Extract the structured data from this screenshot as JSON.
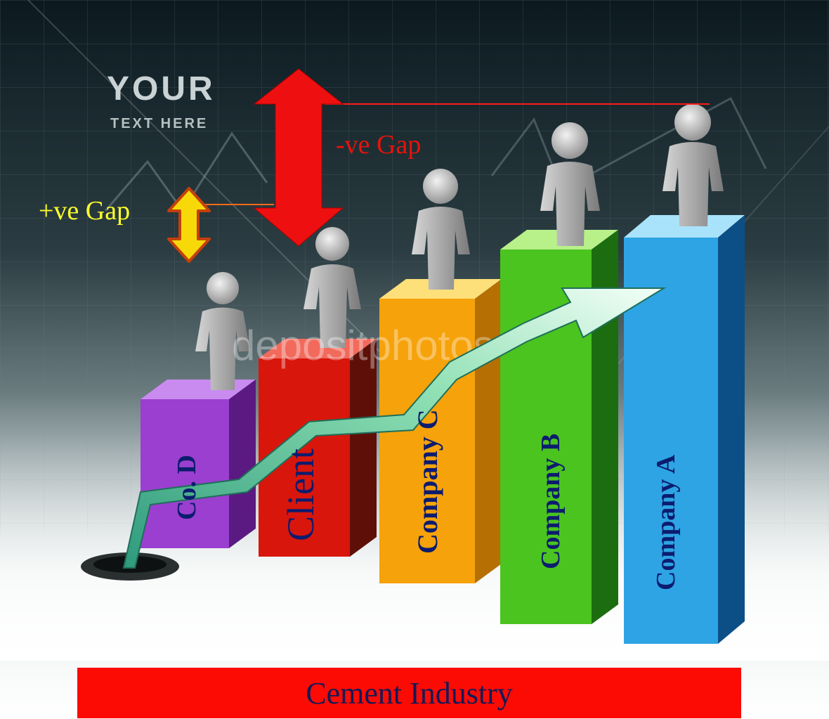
{
  "logo": {
    "line1": "YOUR",
    "line2": "TEXT HERE"
  },
  "annotations": {
    "negative_gap": "-ve Gap",
    "positive_gap": "+ve Gap"
  },
  "watermark": "depositphotos",
  "bars": [
    {
      "label": "Co.  D",
      "color": "#9a3fcf"
    },
    {
      "label": "Client",
      "color": "#d8160c"
    },
    {
      "label": "Company C",
      "color": "#f6a20a"
    },
    {
      "label": "Company B",
      "color": "#4bc41f"
    },
    {
      "label": "Company A",
      "color": "#2ea4e4"
    }
  ],
  "footer": {
    "title": "Cement Industry"
  },
  "colors": {
    "arrow_negative": "#ee1010",
    "arrow_positive": "#f7d90a",
    "footer_bar": "#fb0b04",
    "label_text": "#0c1c6e"
  }
}
